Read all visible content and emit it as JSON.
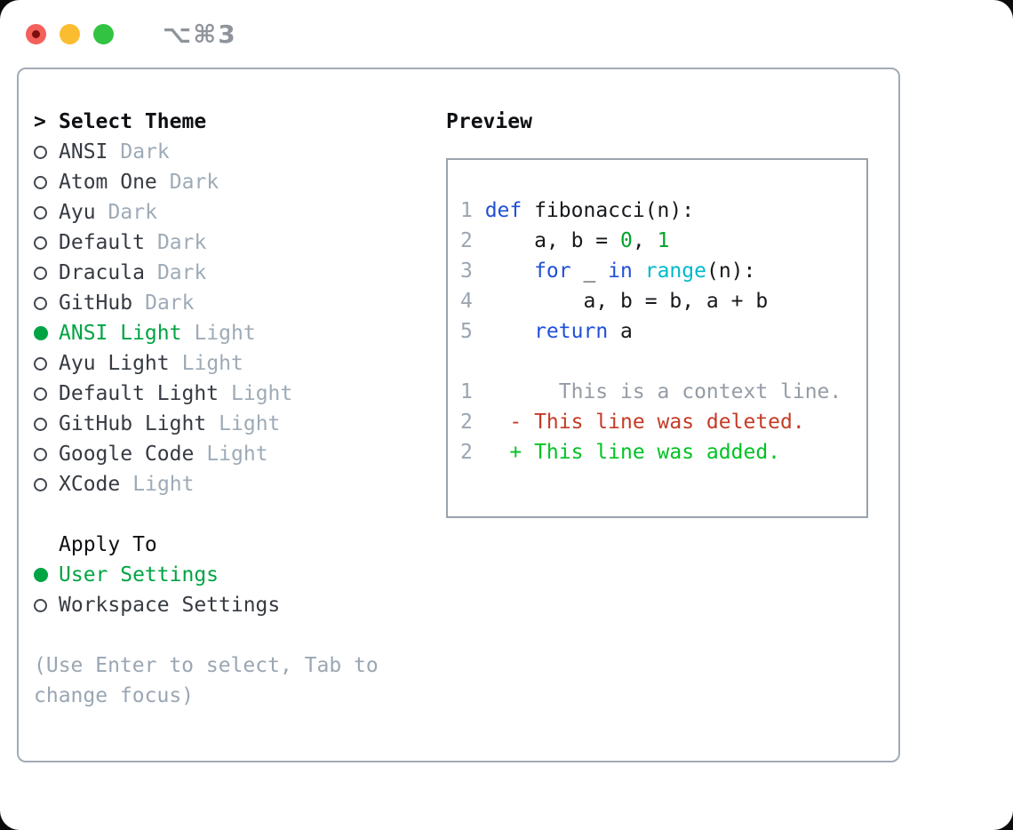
{
  "window": {
    "title": "⌥⌘3"
  },
  "theme_panel": {
    "header_marker": ">",
    "header": "Select Theme",
    "themes": [
      {
        "name": "ANSI",
        "tag": "Dark",
        "selected": false
      },
      {
        "name": "Atom One",
        "tag": "Dark",
        "selected": false
      },
      {
        "name": "Ayu",
        "tag": "Dark",
        "selected": false
      },
      {
        "name": "Default",
        "tag": "Dark",
        "selected": false
      },
      {
        "name": "Dracula",
        "tag": "Dark",
        "selected": false
      },
      {
        "name": "GitHub",
        "tag": "Dark",
        "selected": false
      },
      {
        "name": "ANSI Light",
        "tag": "Light",
        "selected": true
      },
      {
        "name": "Ayu Light",
        "tag": "Light",
        "selected": false
      },
      {
        "name": "Default Light",
        "tag": "Light",
        "selected": false
      },
      {
        "name": "GitHub Light",
        "tag": "Light",
        "selected": false
      },
      {
        "name": "Google Code",
        "tag": "Light",
        "selected": false
      },
      {
        "name": "XCode",
        "tag": "Light",
        "selected": false
      }
    ],
    "apply_to": {
      "header": "Apply To",
      "options": [
        {
          "label": "User Settings",
          "selected": true
        },
        {
          "label": "Workspace Settings",
          "selected": false
        }
      ]
    },
    "help_lines": [
      "(Use Enter to select, Tab to",
      "change focus)"
    ]
  },
  "preview": {
    "header": "Preview",
    "code_lines": [
      {
        "num": "1",
        "segments": [
          [
            "def",
            "kw"
          ],
          [
            " fibonacci(n):",
            "plain"
          ]
        ]
      },
      {
        "num": "2",
        "segments": [
          [
            "    a, b = ",
            "plain"
          ],
          [
            "0",
            "num"
          ],
          [
            ", ",
            "plain"
          ],
          [
            "1",
            "num"
          ]
        ]
      },
      {
        "num": "3",
        "segments": [
          [
            "    ",
            "plain"
          ],
          [
            "for",
            "kw"
          ],
          [
            " _ ",
            "plain"
          ],
          [
            "in",
            "kw"
          ],
          [
            " ",
            "plain"
          ],
          [
            "range",
            "fn"
          ],
          [
            "(n):",
            "plain"
          ]
        ]
      },
      {
        "num": "4",
        "segments": [
          [
            "        a, b = b, a + b",
            "plain"
          ]
        ]
      },
      {
        "num": "5",
        "segments": [
          [
            "    ",
            "plain"
          ],
          [
            "return",
            "kw"
          ],
          [
            " a",
            "plain"
          ]
        ]
      }
    ],
    "diff_lines": [
      {
        "num": "1",
        "segments": [
          [
            "      This is a context line.",
            "ctx"
          ]
        ]
      },
      {
        "num": "2",
        "segments": [
          [
            "  - This line was deleted.",
            "del"
          ]
        ]
      },
      {
        "num": "2",
        "segments": [
          [
            "  + This line was added.",
            "add"
          ]
        ]
      }
    ]
  },
  "colors": {
    "accent": "#00a443",
    "header_text": "#0e1013",
    "item_text": "#363b42",
    "tag_muted": "#9eabb7",
    "help_gray": "#9aa6b3",
    "line_number": "#9aa5b2",
    "code_plain": "#17191c",
    "keyword_blue": "#2150d8",
    "builtin_cyan": "#00b9cc",
    "number_green": "#00a42a",
    "context_gray": "#949ca5",
    "deleted_red": "#c43b26",
    "added_green": "#00c323",
    "light_red": "#f4605a",
    "light_red_dot": "#7c0f0b",
    "light_yellow": "#fbbd30",
    "light_green": "#33c343"
  }
}
